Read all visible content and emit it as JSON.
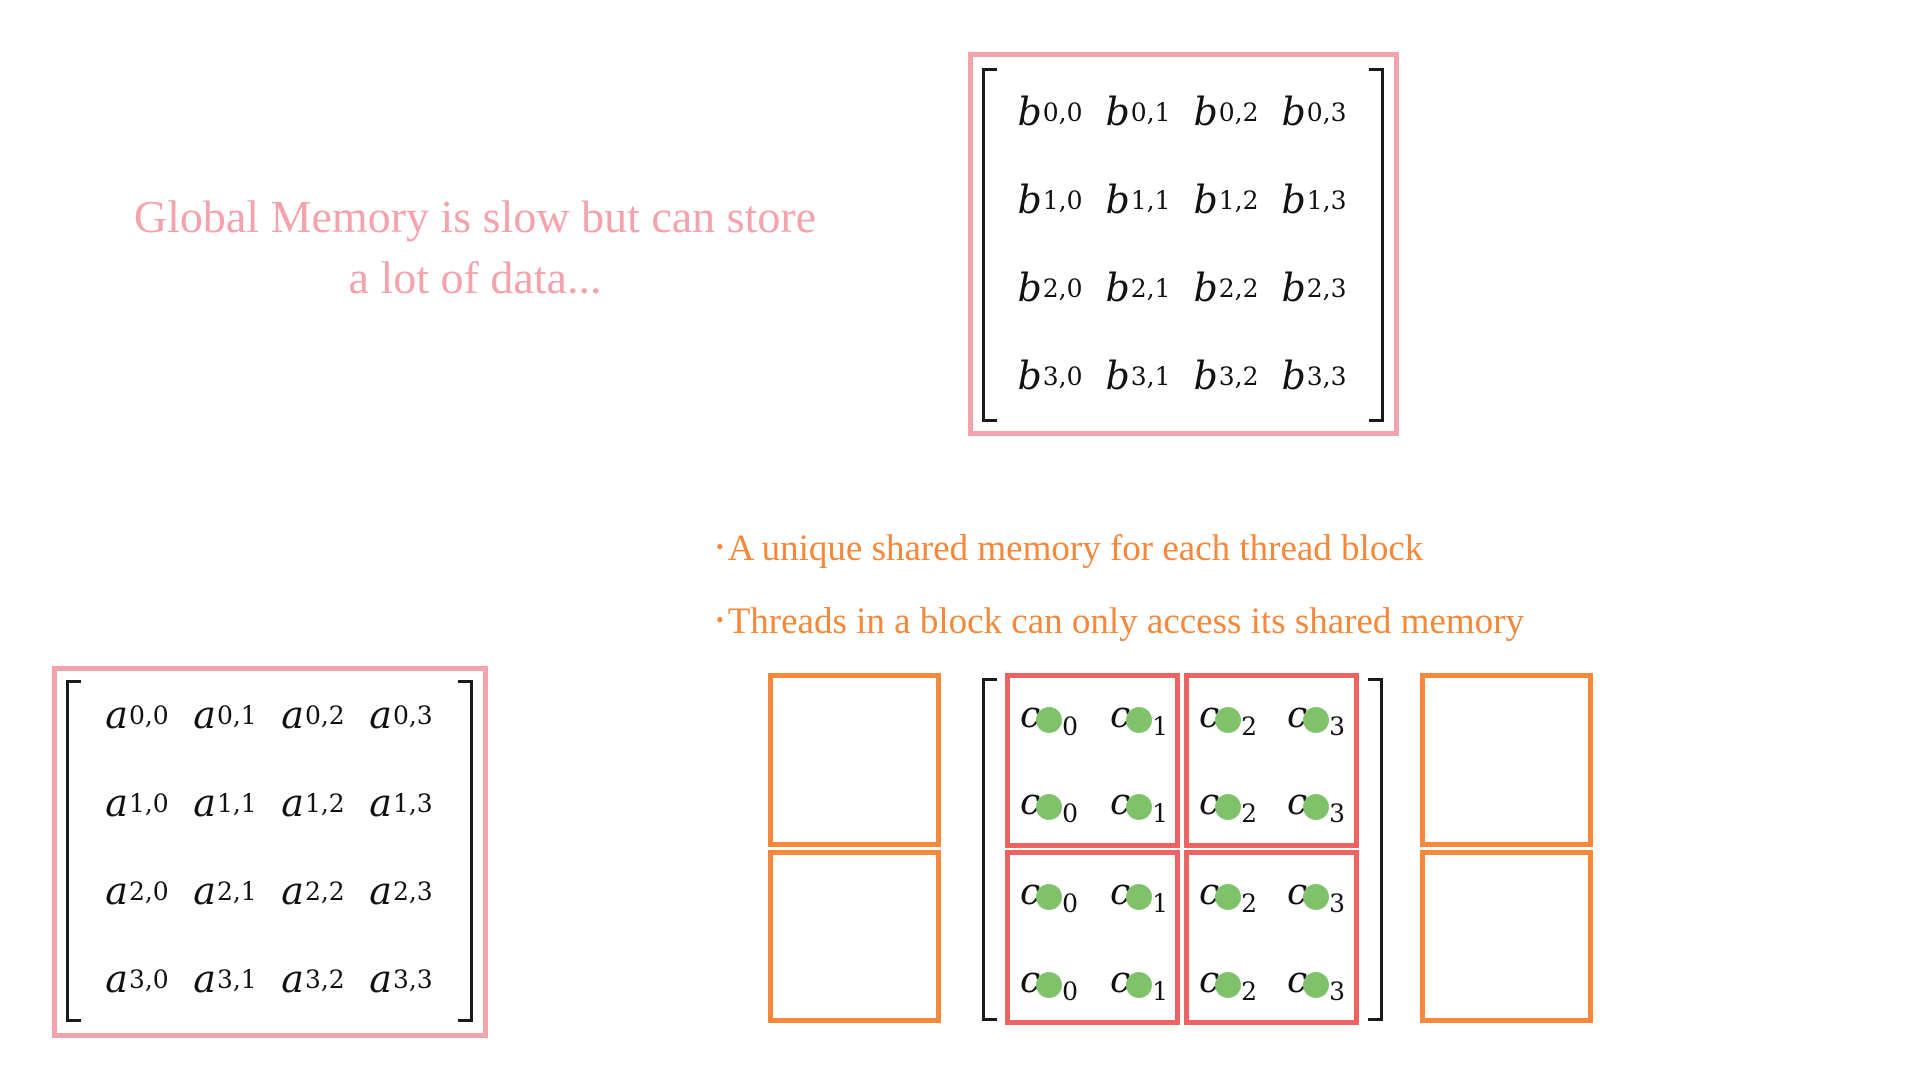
{
  "caption": {
    "line1": "Global Memory is slow but can store",
    "line2": "a lot of data..."
  },
  "matrix_b": {
    "symbol": "b",
    "rows": [
      [
        "0,0",
        "0,1",
        "0,2",
        "0,3"
      ],
      [
        "1,0",
        "1,1",
        "1,2",
        "1,3"
      ],
      [
        "2,0",
        "2,1",
        "2,2",
        "2,3"
      ],
      [
        "3,0",
        "3,1",
        "3,2",
        "3,3"
      ]
    ]
  },
  "matrix_a": {
    "symbol": "a",
    "rows": [
      [
        "0,0",
        "0,1",
        "0,2",
        "0,3"
      ],
      [
        "1,0",
        "1,1",
        "1,2",
        "1,3"
      ],
      [
        "2,0",
        "2,1",
        "2,2",
        "2,3"
      ],
      [
        "3,0",
        "3,1",
        "3,2",
        "3,3"
      ]
    ]
  },
  "bullets": [
    "A unique shared memory for each thread block",
    "Threads in a block can only access its shared memory"
  ],
  "matrix_c": {
    "symbol": "c",
    "visible_subscripts": [
      [
        "0",
        "1",
        "2",
        "3"
      ],
      [
        "0",
        "1",
        "2",
        "3"
      ],
      [
        "0",
        "1",
        "2",
        "3"
      ],
      [
        "0",
        "1",
        "2",
        "3"
      ]
    ]
  },
  "colors": {
    "global_memory": "#f4a3ac",
    "shared_memory": "#f5883a",
    "thread_block": "#ec6361",
    "thread": "#7fc269"
  }
}
